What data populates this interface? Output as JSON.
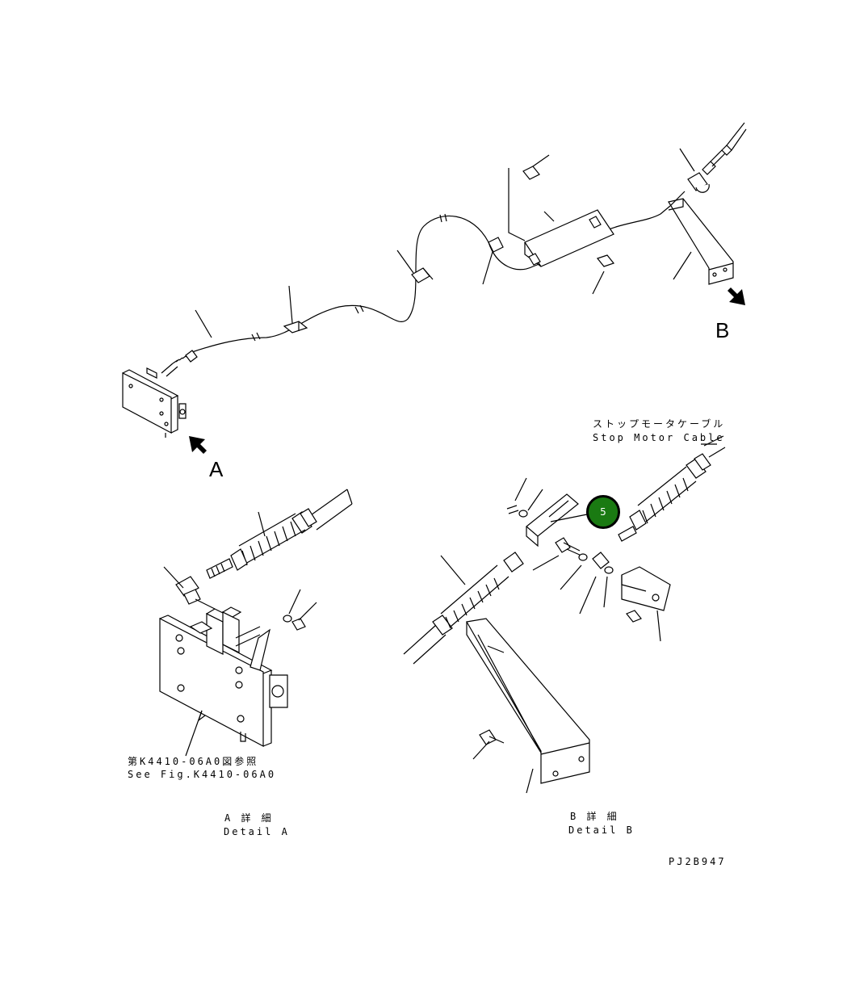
{
  "labels": {
    "view_a_letter": "A",
    "view_b_letter": "B",
    "stop_motor_cable_jp": "ストップモータケーブル",
    "stop_motor_cable_en": "Stop Motor Cable",
    "see_fig_jp": "第K4410-06A0図参照",
    "see_fig_en": "See Fig.K4410-06A0",
    "detail_a_jp": "A 詳 細",
    "detail_a_en": "Detail A",
    "detail_b_jp": "B 詳 細",
    "detail_b_en": "Detail B",
    "drawing_number": "PJ2B947"
  },
  "callouts": [
    {
      "number": "5",
      "color": "#1a7a12"
    }
  ]
}
